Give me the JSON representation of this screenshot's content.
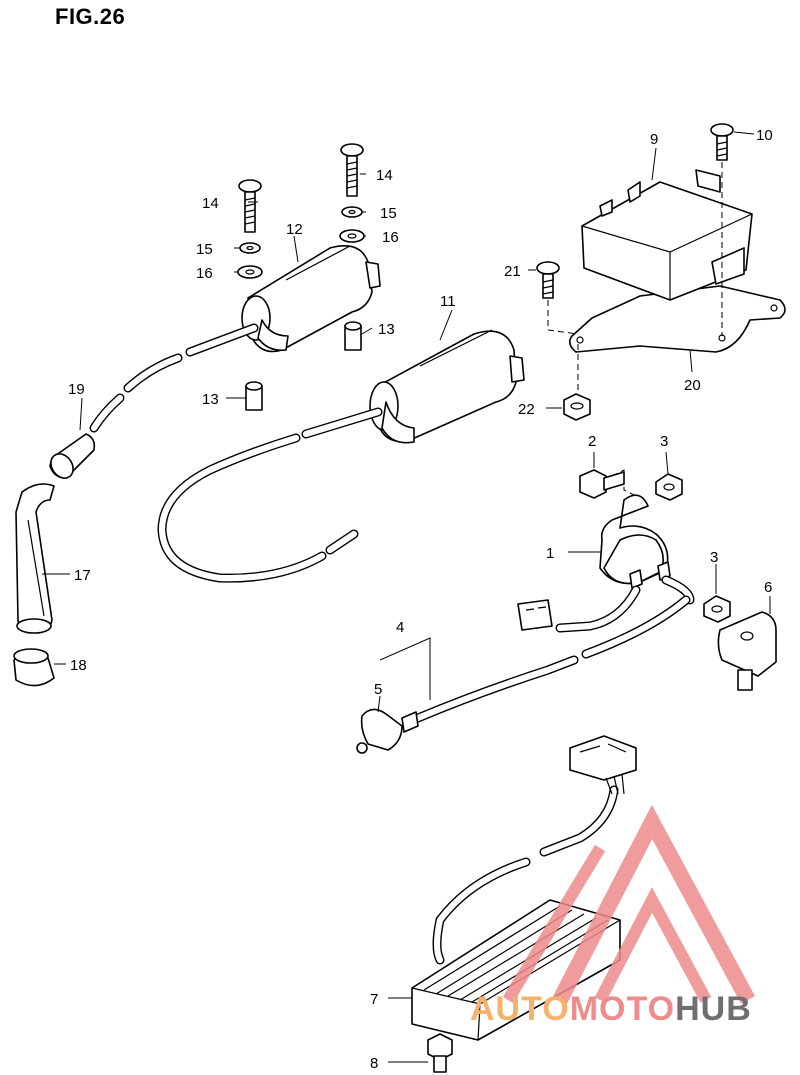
{
  "figure": {
    "title": "FIG.26"
  },
  "callouts": [
    "1",
    "2",
    "3",
    "3",
    "4",
    "5",
    "6",
    "7",
    "8",
    "9",
    "10",
    "11",
    "12",
    "13",
    "13",
    "14",
    "14",
    "15",
    "15",
    "16",
    "16",
    "17",
    "18",
    "19",
    "20",
    "21",
    "22"
  ],
  "watermark": {
    "logo": "AUTOMOTOHUB",
    "part_a": "AUTO",
    "part_b": "MOTO",
    "part_c": "HUB",
    "colors": {
      "triangle": "#ef8b8b",
      "auto": "#f6b26b",
      "moto": "#ef8b8b",
      "hub": "#6f6f6f"
    }
  }
}
